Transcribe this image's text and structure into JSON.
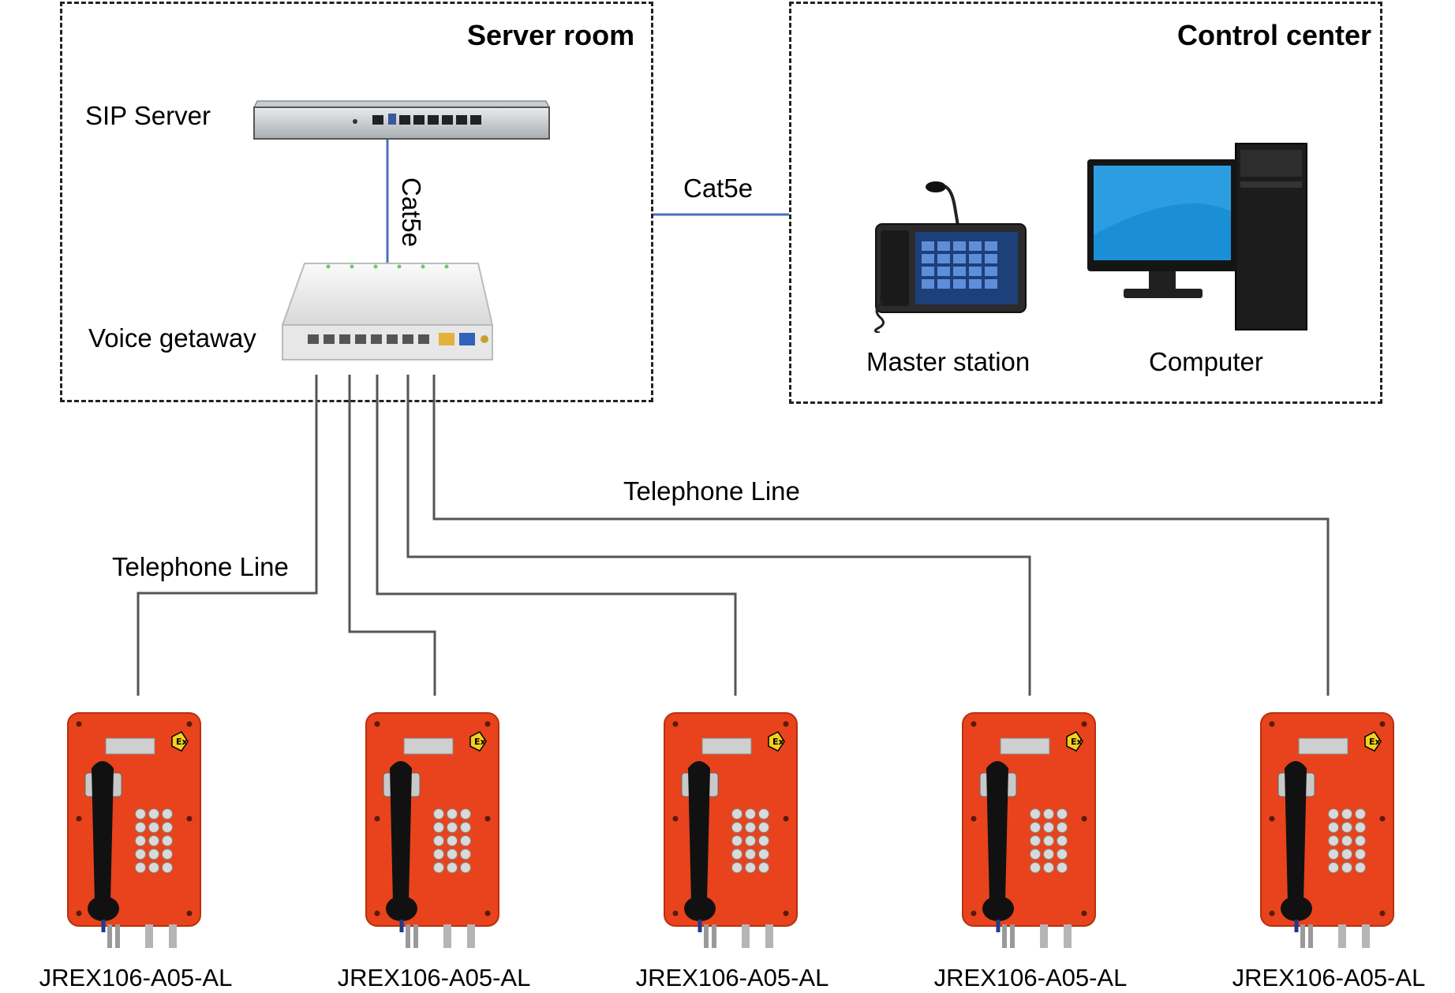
{
  "server_room": {
    "title": "Server room",
    "sip_label": "SIP Server",
    "gateway_label": "Voice getaway",
    "link_label": "Cat5e"
  },
  "control_center": {
    "title": "Control center",
    "master_label": "Master station",
    "computer_label": "Computer"
  },
  "interlink_label": "Cat5e",
  "line_labels": {
    "left": "Telephone Line",
    "right": "Telephone Line"
  },
  "phones": [
    {
      "model": "JREX106-A05-AL"
    },
    {
      "model": "JREX106-A05-AL"
    },
    {
      "model": "JREX106-A05-AL"
    },
    {
      "model": "JREX106-A05-AL"
    },
    {
      "model": "JREX106-A05-AL"
    }
  ],
  "colors": {
    "phone_body": "#e8431c",
    "ethernet_line": "#4a6fbf",
    "phone_line": "#555555"
  },
  "phone_marking": "Ex"
}
